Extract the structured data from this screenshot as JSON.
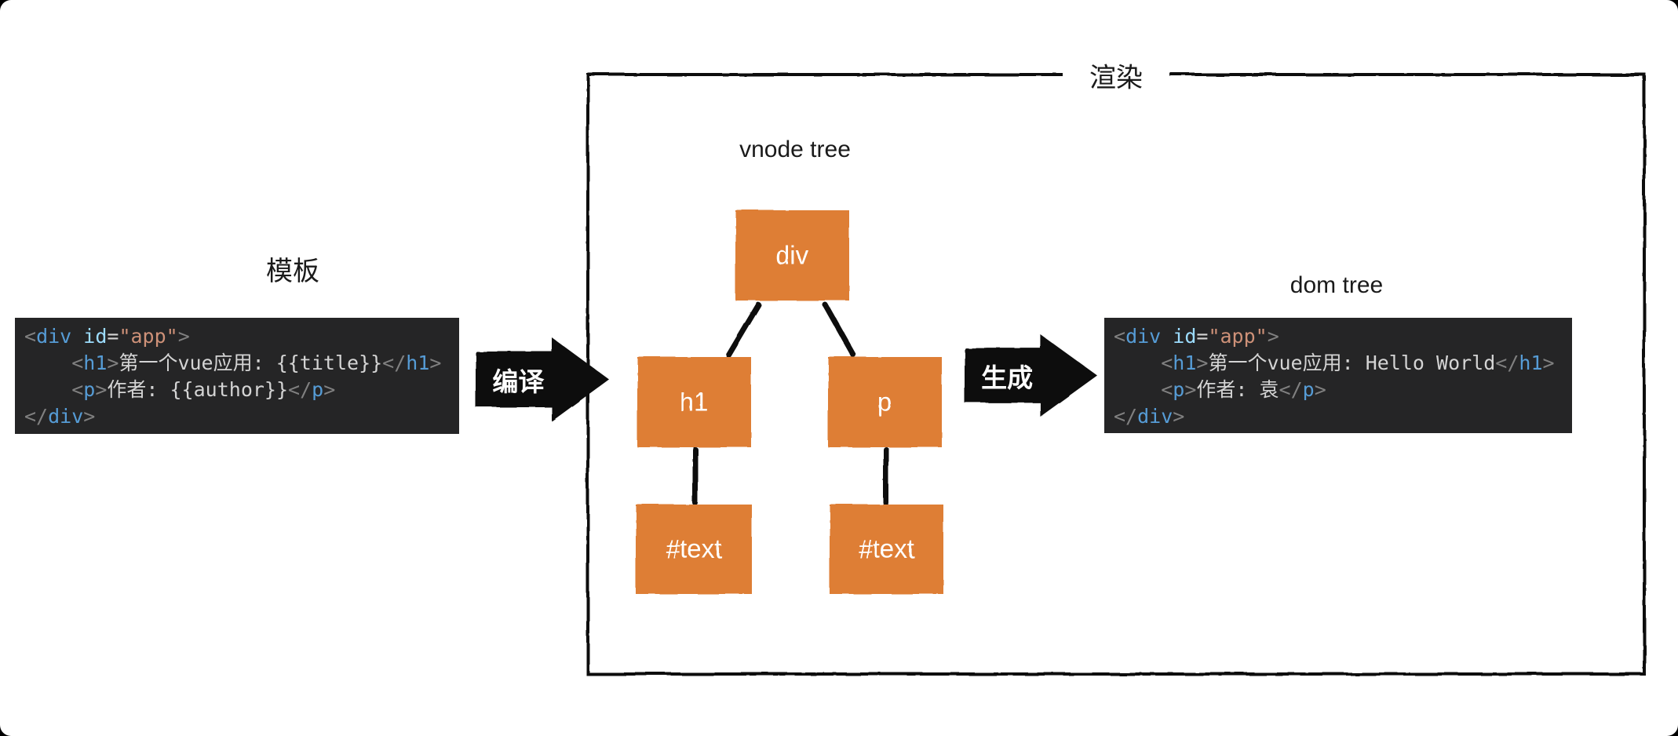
{
  "labels": {
    "template": "模板",
    "render": "渲染",
    "vnode_tree": "vnode tree",
    "dom_tree": "dom tree",
    "compile": "编译",
    "generate": "生成"
  },
  "colors": {
    "node_fill": "#DE7E35",
    "node_text": "#ffffff",
    "code_bg": "#252526",
    "code_plain": "#D4D4D4",
    "code_punct": "#808080",
    "code_tag": "#569CD6",
    "code_attr": "#9CDCFE",
    "code_string": "#CE9178",
    "arrow_fill": "#0d0d0d",
    "border": "#111111"
  },
  "template_code": {
    "lines": [
      [
        {
          "c": "punct",
          "t": "<"
        },
        {
          "c": "tag",
          "t": "div"
        },
        {
          "c": "plain",
          "t": " "
        },
        {
          "c": "attr",
          "t": "id"
        },
        {
          "c": "plain",
          "t": "="
        },
        {
          "c": "string",
          "t": "\"app\""
        },
        {
          "c": "punct",
          "t": ">"
        }
      ],
      [
        {
          "c": "plain",
          "t": "    "
        },
        {
          "c": "punct",
          "t": "<"
        },
        {
          "c": "tag",
          "t": "h1"
        },
        {
          "c": "punct",
          "t": ">"
        },
        {
          "c": "plain",
          "t": "第一个vue应用: {{title}}"
        },
        {
          "c": "punct",
          "t": "</"
        },
        {
          "c": "tag",
          "t": "h1"
        },
        {
          "c": "punct",
          "t": ">"
        }
      ],
      [
        {
          "c": "plain",
          "t": "    "
        },
        {
          "c": "punct",
          "t": "<"
        },
        {
          "c": "tag",
          "t": "p"
        },
        {
          "c": "punct",
          "t": ">"
        },
        {
          "c": "plain",
          "t": "作者: {{author}}"
        },
        {
          "c": "punct",
          "t": "</"
        },
        {
          "c": "tag",
          "t": "p"
        },
        {
          "c": "punct",
          "t": ">"
        }
      ],
      [
        {
          "c": "punct",
          "t": "</"
        },
        {
          "c": "tag",
          "t": "div"
        },
        {
          "c": "punct",
          "t": ">"
        }
      ]
    ]
  },
  "dom_code": {
    "lines": [
      [
        {
          "c": "punct",
          "t": "<"
        },
        {
          "c": "tag",
          "t": "div"
        },
        {
          "c": "plain",
          "t": " "
        },
        {
          "c": "attr",
          "t": "id"
        },
        {
          "c": "plain",
          "t": "="
        },
        {
          "c": "string",
          "t": "\"app\""
        },
        {
          "c": "punct",
          "t": ">"
        }
      ],
      [
        {
          "c": "plain",
          "t": "    "
        },
        {
          "c": "punct",
          "t": "<"
        },
        {
          "c": "tag",
          "t": "h1"
        },
        {
          "c": "punct",
          "t": ">"
        },
        {
          "c": "plain",
          "t": "第一个vue应用: Hello World"
        },
        {
          "c": "punct",
          "t": "</"
        },
        {
          "c": "tag",
          "t": "h1"
        },
        {
          "c": "punct",
          "t": ">"
        }
      ],
      [
        {
          "c": "plain",
          "t": "    "
        },
        {
          "c": "punct",
          "t": "<"
        },
        {
          "c": "tag",
          "t": "p"
        },
        {
          "c": "punct",
          "t": ">"
        },
        {
          "c": "plain",
          "t": "作者: 袁"
        },
        {
          "c": "punct",
          "t": "</"
        },
        {
          "c": "tag",
          "t": "p"
        },
        {
          "c": "punct",
          "t": ">"
        }
      ],
      [
        {
          "c": "punct",
          "t": "</"
        },
        {
          "c": "tag",
          "t": "div"
        },
        {
          "c": "punct",
          "t": ">"
        }
      ]
    ]
  },
  "vnode_tree": {
    "nodes": [
      {
        "id": "div",
        "label": "div"
      },
      {
        "id": "h1",
        "label": "h1"
      },
      {
        "id": "p",
        "label": "p"
      },
      {
        "id": "text1",
        "label": "#text"
      },
      {
        "id": "text2",
        "label": "#text"
      }
    ],
    "edges": [
      [
        "div",
        "h1"
      ],
      [
        "div",
        "p"
      ],
      [
        "h1",
        "text1"
      ],
      [
        "p",
        "text2"
      ]
    ]
  }
}
